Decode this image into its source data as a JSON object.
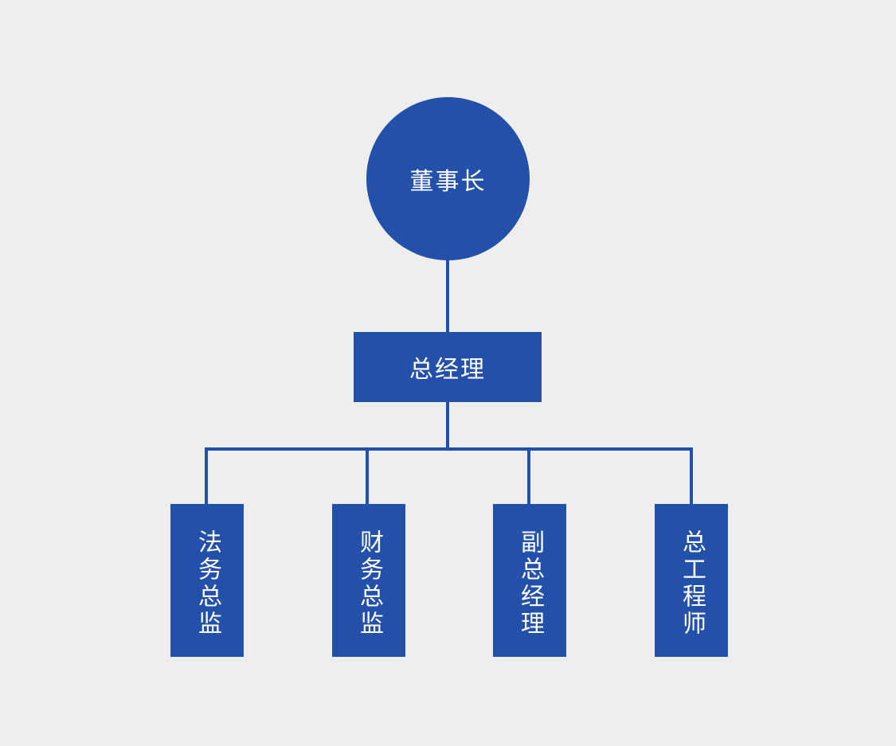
{
  "chart": {
    "type": "org-chart",
    "title": "",
    "background_color": "#eeeeee",
    "node_color": "#2350a8",
    "text_color": "#ffffff",
    "connector_color": "#2350a8",
    "levels": 3
  },
  "root": {
    "label": "董事长",
    "shape": "circle",
    "level": 1
  },
  "second": {
    "label": "总经理",
    "shape": "rectangle",
    "level": 2
  },
  "leaves": [
    {
      "label": "法务总监",
      "shape": "rectangle",
      "orientation": "vertical",
      "level": 3
    },
    {
      "label": "财务总监",
      "shape": "rectangle",
      "orientation": "vertical",
      "level": 3
    },
    {
      "label": "副总经理",
      "shape": "rectangle",
      "orientation": "vertical",
      "level": 3
    },
    {
      "label": "总工程师",
      "shape": "rectangle",
      "orientation": "vertical",
      "level": 3
    }
  ]
}
